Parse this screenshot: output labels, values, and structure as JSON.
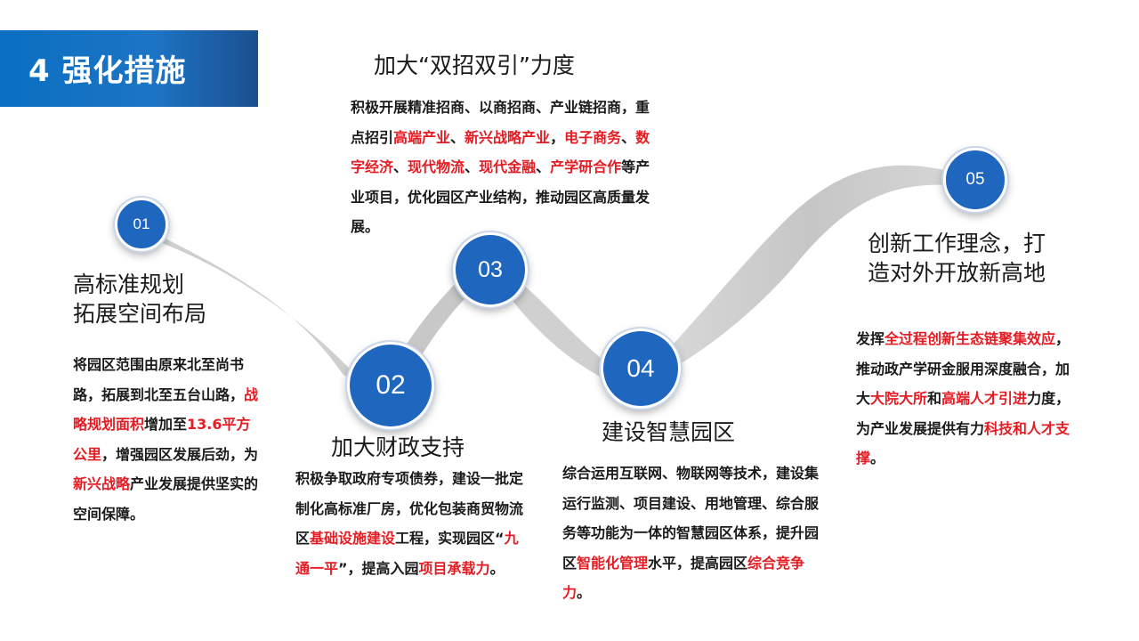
{
  "title": "4 强化措施",
  "nodes": [
    "01",
    "02",
    "03",
    "04",
    "05"
  ],
  "sections": {
    "s1": {
      "heading_line1": "高标准规划",
      "heading_line2": "拓展空间布局",
      "body": [
        {
          "t": "将园区范围由原来北至尚书路，拓展到北至五台山路，"
        },
        {
          "t": "战略规划面积",
          "red": true
        },
        {
          "t": "增加至"
        },
        {
          "t": "13.6平方公里",
          "red": true
        },
        {
          "t": "，增强园区发展后劲，为"
        },
        {
          "t": "新兴战略",
          "red": true
        },
        {
          "t": "产业发展提供坚实的空间保障。"
        }
      ]
    },
    "s2": {
      "heading": "加大财政支持",
      "body": [
        {
          "t": "积极争取政府专项债券，建设一批定制化高标准厂房，优化包装商贸物流区"
        },
        {
          "t": "基础设施建设",
          "red": true
        },
        {
          "t": "工程，实现园区“"
        },
        {
          "t": "九通一平",
          "red": true
        },
        {
          "t": "”，提高入园"
        },
        {
          "t": "项目承载力",
          "red": true
        },
        {
          "t": "。"
        }
      ]
    },
    "s3": {
      "heading": "加大“双招双引”力度",
      "body": [
        {
          "t": "积极开展精准招商、以商招商、产业链招商，重点招引"
        },
        {
          "t": "高端产业",
          "red": true
        },
        {
          "t": "、"
        },
        {
          "t": "新兴战略产业",
          "red": true
        },
        {
          "t": "，"
        },
        {
          "t": "电子商务",
          "red": true
        },
        {
          "t": "、"
        },
        {
          "t": "数字经济",
          "red": true
        },
        {
          "t": "、"
        },
        {
          "t": "现代物流",
          "red": true
        },
        {
          "t": "、"
        },
        {
          "t": "现代金融",
          "red": true
        },
        {
          "t": "、"
        },
        {
          "t": "产学研合作",
          "red": true
        },
        {
          "t": "等产业项目，优化园区产业结构，推动园区高质量发展。"
        }
      ]
    },
    "s4": {
      "heading": "建设智慧园区",
      "body": [
        {
          "t": "综合运用互联网、物联网等技术，建设集运行监测、项目建设、用地管理、综合服务等功能为一体的智慧园区体系，提升园区"
        },
        {
          "t": "智能化管理",
          "red": true
        },
        {
          "t": "水平，提高园区"
        },
        {
          "t": "综合竞争力",
          "red": true
        },
        {
          "t": "。"
        }
      ]
    },
    "s5": {
      "heading_line1": "创新工作理念，打",
      "heading_line2": "造对外开放新高地",
      "body": [
        {
          "t": "发挥"
        },
        {
          "t": "全过程创新生态链聚集效应",
          "red": true
        },
        {
          "t": "，推动政产学研金服用深度融合，加大"
        },
        {
          "t": "大院大所",
          "red": true
        },
        {
          "t": "和"
        },
        {
          "t": "高端人才引进",
          "red": true
        },
        {
          "t": "力度，为产业发展提供有力"
        },
        {
          "t": "科技和人才支撑",
          "red": true
        },
        {
          "t": "。"
        }
      ]
    }
  }
}
